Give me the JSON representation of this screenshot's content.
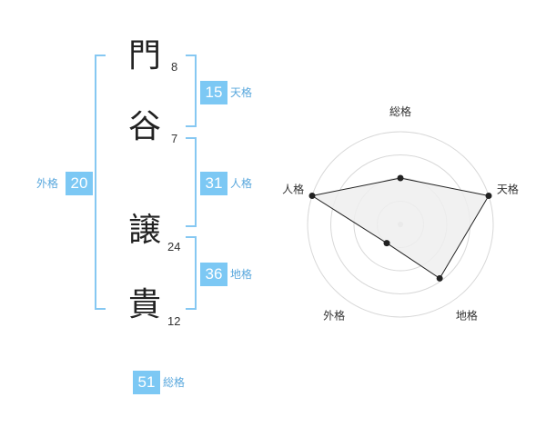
{
  "name": {
    "chars": [
      {
        "char": "門",
        "strokes": "8"
      },
      {
        "char": "谷",
        "strokes": "7"
      },
      {
        "char": "譲",
        "strokes": "24"
      },
      {
        "char": "貴",
        "strokes": "12"
      }
    ]
  },
  "kaku": {
    "tenkaku": {
      "value": "15",
      "label": "天格"
    },
    "jinkaku": {
      "value": "31",
      "label": "人格"
    },
    "chikaku": {
      "value": "36",
      "label": "地格"
    },
    "gaikaku": {
      "value": "20",
      "label": "外格"
    },
    "soukaku": {
      "value": "51",
      "label": "総格"
    }
  },
  "chart_data": {
    "type": "radar",
    "axes": [
      "総格",
      "天格",
      "地格",
      "外格",
      "人格"
    ],
    "values": [
      0.5,
      1.0,
      0.72,
      0.25,
      1.0
    ],
    "rings": 4,
    "colors": {
      "fill": "#efefef",
      "stroke": "#222222",
      "grid": "#d8d8d8",
      "point": "#222222"
    }
  }
}
